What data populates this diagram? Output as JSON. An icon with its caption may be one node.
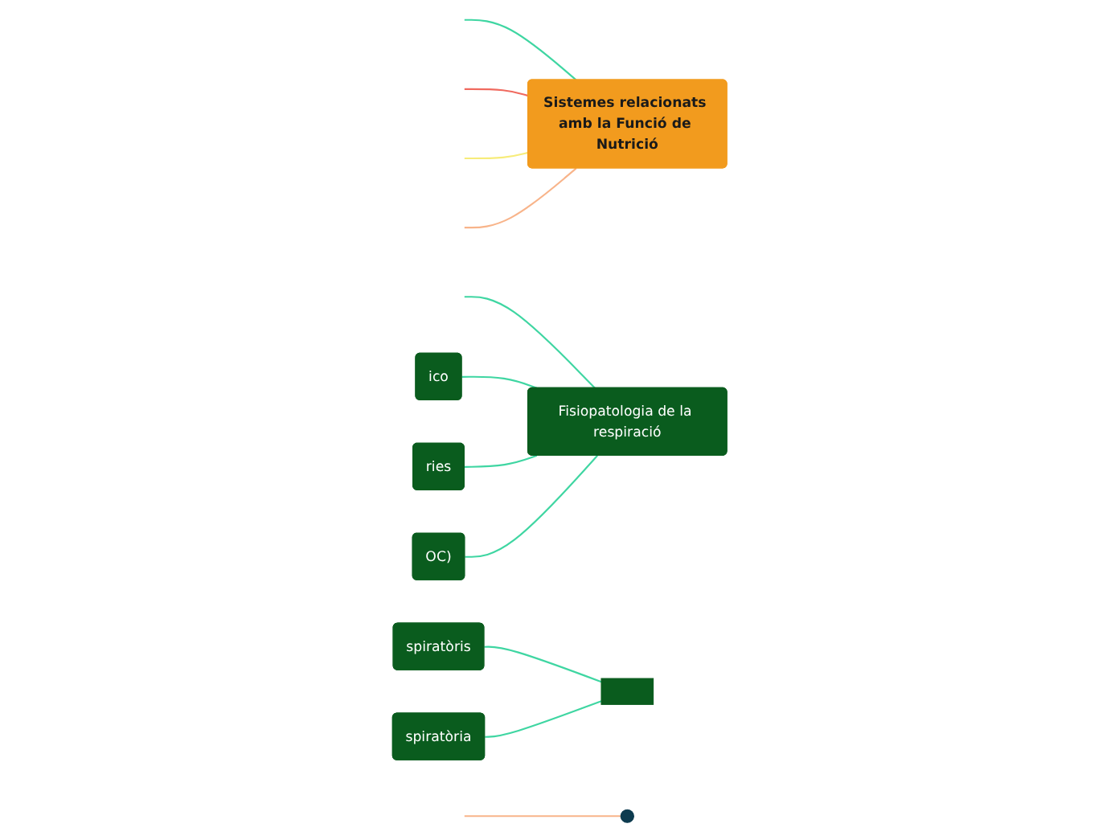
{
  "diagram": {
    "nodes": [
      {
        "text": [
          "Sistemes relacionats amb la Funció de Nutrició"
        ]
      },
      {
        "text": [
          "Fisiopatologia de la respiració"
        ]
      },
      {
        "text": [],
        "shape": "box"
      },
      {
        "text": [
          "spiratòris"
        ]
      },
      {
        "text": [
          "spiratòria"
        ]
      },
      {
        "text": [
          "ico"
        ]
      },
      {
        "text": [
          "ries"
        ]
      },
      {
        "text": [
          "OC)"
        ]
      },
      {
        "text": [],
        "shape": "circle"
      }
    ],
    "edges": [
      {
        "from": 0,
        "to": null,
        "arrow": "none"
      },
      {
        "from": 0,
        "to": null,
        "arrow": "none",
        "color": "#f06a5f"
      },
      {
        "from": 0,
        "to": null,
        "arrow": "none",
        "color": "#f7ec7a"
      },
      {
        "from": 0,
        "to": null,
        "arrow": "none",
        "color": "#f8b48a"
      },
      {
        "from": 1,
        "to": null,
        "arrow": "none"
      },
      {
        "from": 2,
        "to": 3,
        "arrow": "none"
      },
      {
        "from": 2,
        "to": 4,
        "arrow": "none"
      },
      {
        "from": 1,
        "to": 5,
        "arrow": "none"
      },
      {
        "from": 1,
        "to": 6,
        "arrow": "none"
      },
      {
        "from": 1,
        "to": 7,
        "arrow": "none"
      },
      {
        "from": 8,
        "to": null,
        "arrow": "none",
        "color": "#f8b48a"
      }
    ]
  }
}
